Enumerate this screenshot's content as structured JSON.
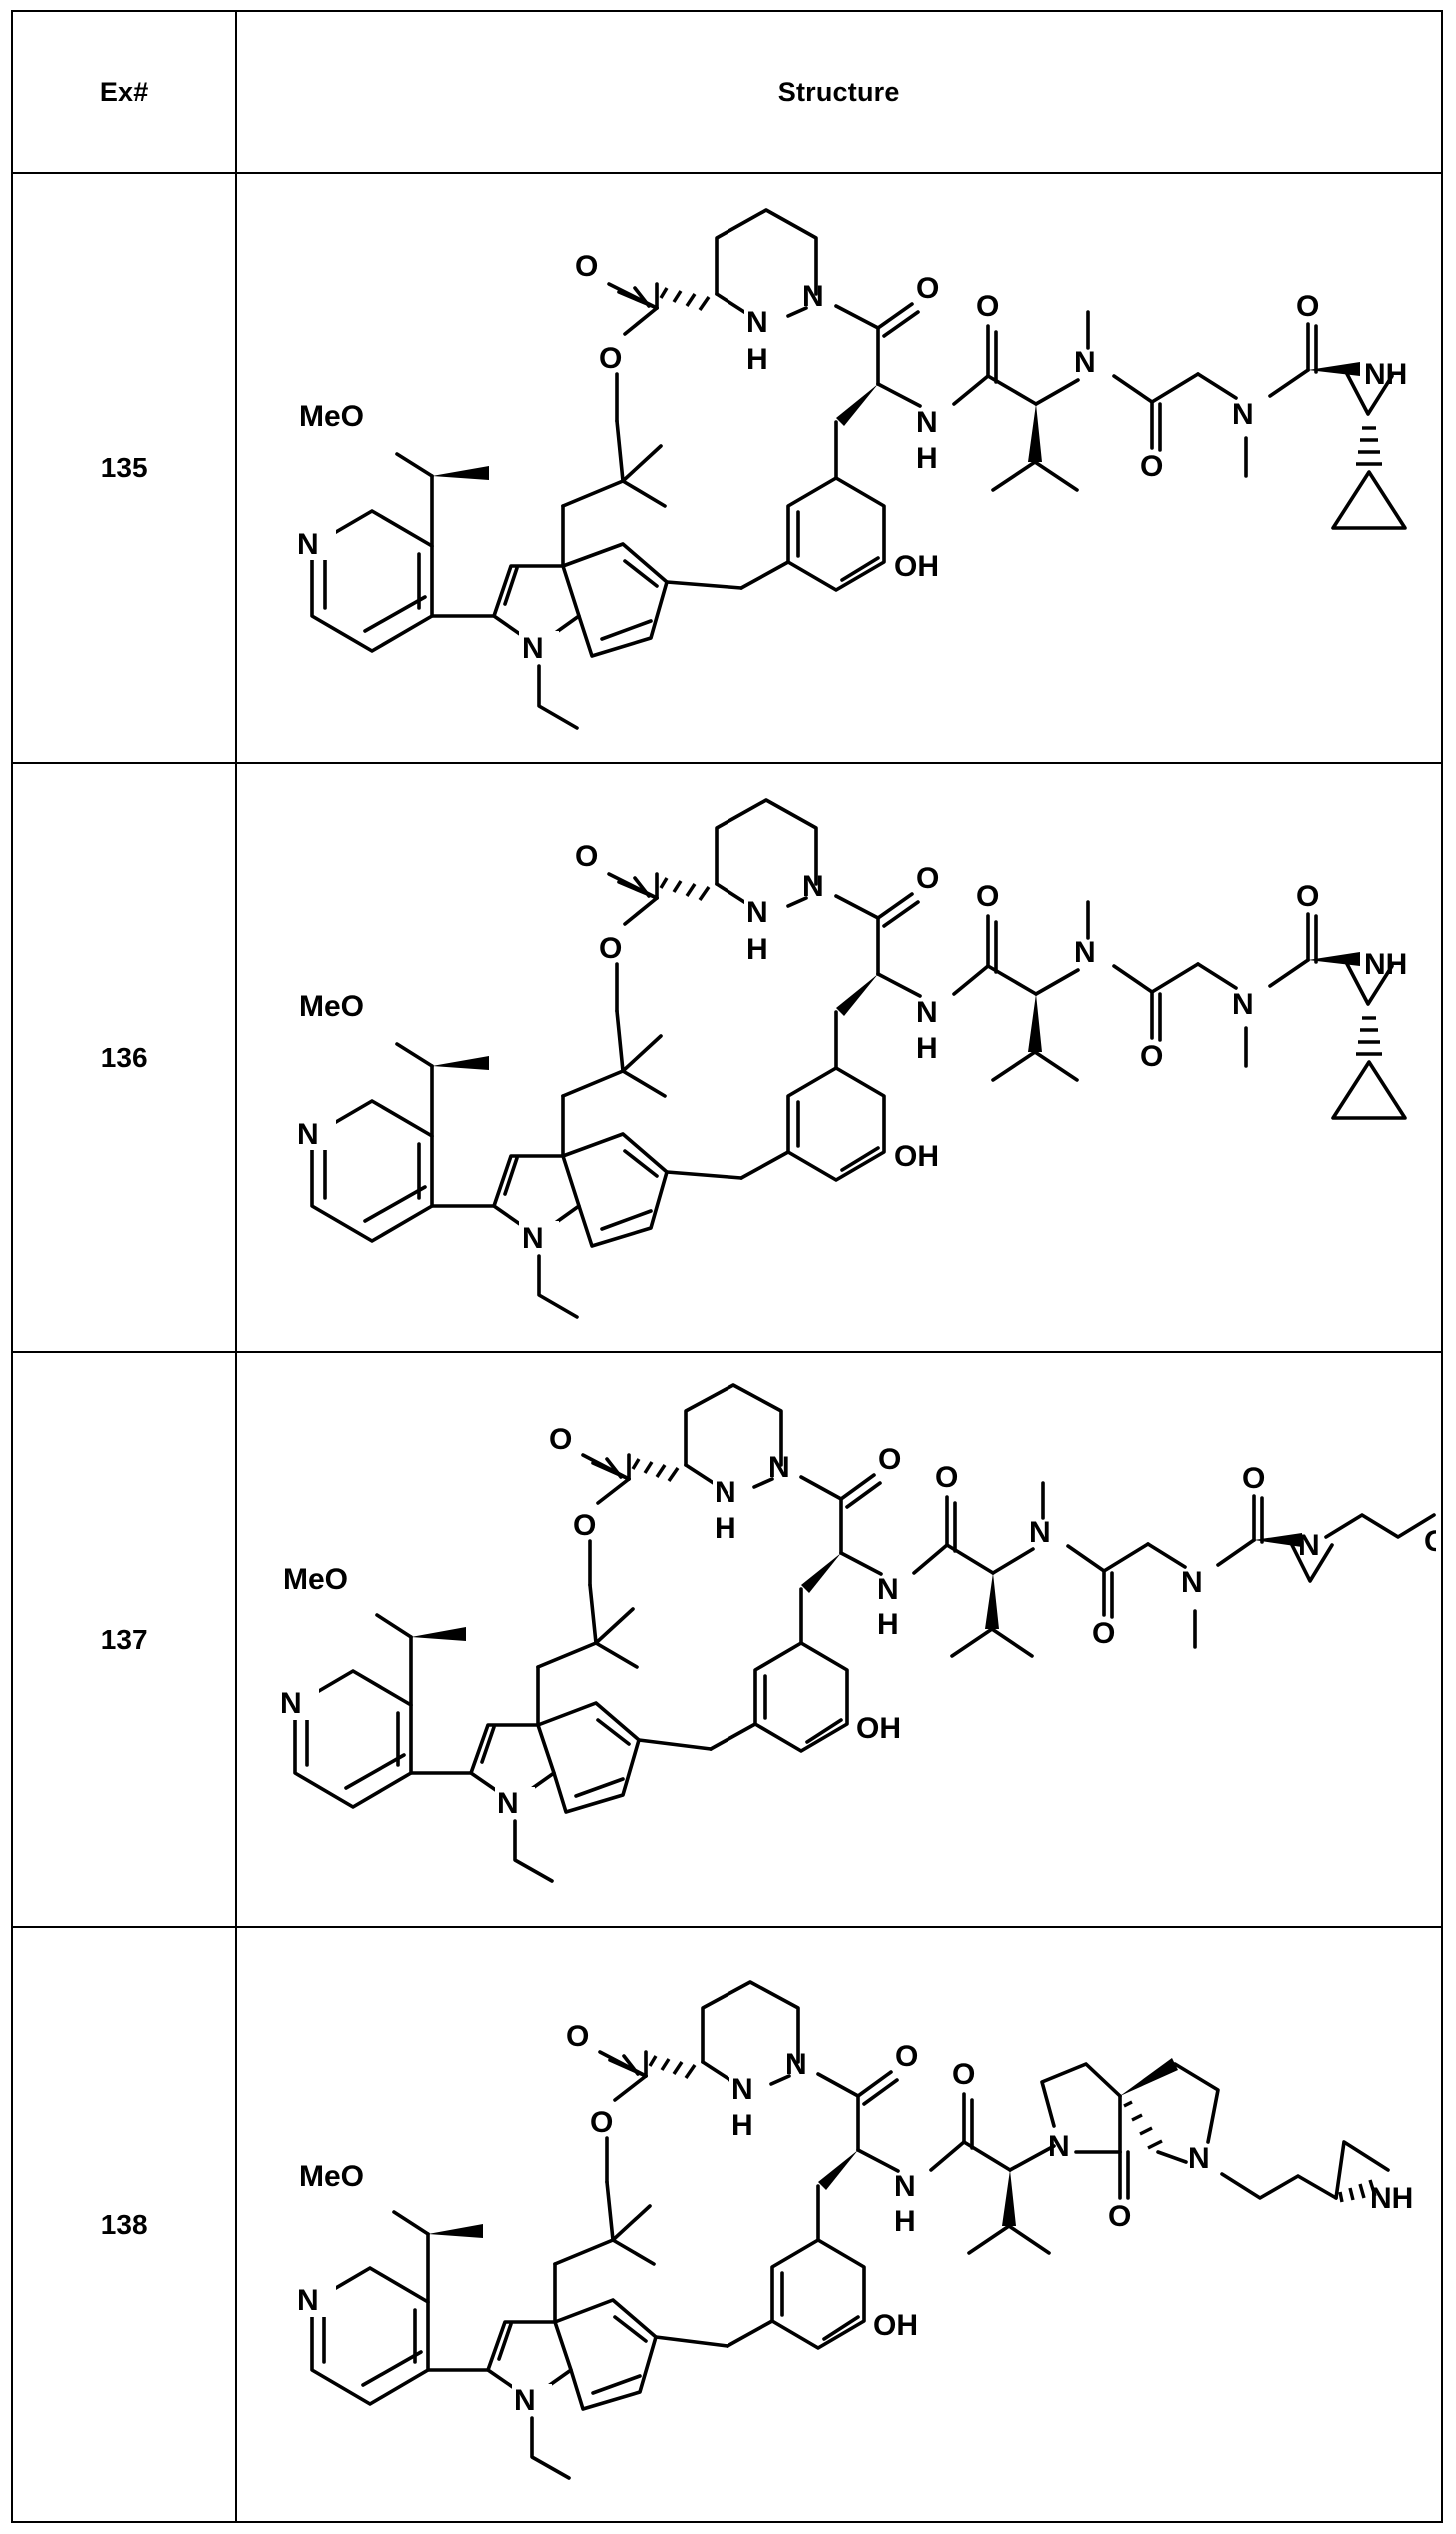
{
  "table": {
    "columns": [
      {
        "key": "ex",
        "label": "Ex#"
      },
      {
        "key": "structure",
        "label": "Structure"
      }
    ],
    "rows": [
      {
        "ex": "135",
        "structure": {
          "caption": "",
          "atom_labels": [
            "O",
            "N",
            "H",
            "N",
            "H",
            "O",
            "O",
            "MeO",
            "N",
            "N",
            "OH",
            "N",
            "H",
            "O",
            "N",
            "O",
            "N",
            "O",
            "NH"
          ],
          "fragments": [
            "methoxy-ethyl pyridine",
            "N-ethyl indole",
            "gem-dimethyl neopentyl ester linker",
            "hexahydropyridazine-3-carboxylate",
            "3-(5-hydroxybiphenyl-3-yl)alanine",
            "N-methyl valine",
            "N-methyl glycine",
            "2-cyclopropyl aziridine-NH terminus"
          ]
        }
      },
      {
        "ex": "136",
        "structure": {
          "caption": "",
          "atom_labels": [
            "O",
            "N",
            "H",
            "N",
            "H",
            "O",
            "O",
            "MeO",
            "N",
            "N",
            "OH",
            "N",
            "H",
            "O",
            "N",
            "O",
            "N",
            "O",
            "NH"
          ],
          "fragments": [
            "methoxy-ethyl pyridine",
            "N-ethyl indole",
            "gem-dimethyl neopentyl ester linker",
            "hexahydropyridazine-3-carboxylate",
            "3-(5-hydroxybiphenyl-3-yl)alanine",
            "N-methyl valine",
            "N-methyl glycine",
            "2-cyclopropyl aziridine-NH terminus"
          ]
        }
      },
      {
        "ex": "137",
        "structure": {
          "caption": "",
          "atom_labels": [
            "O",
            "N",
            "H",
            "N",
            "H",
            "O",
            "O",
            "MeO",
            "N",
            "N",
            "OH",
            "N",
            "H",
            "O",
            "N",
            "O",
            "N",
            "O",
            "N",
            "OMe"
          ],
          "fragments": [
            "methoxy-ethyl pyridine",
            "N-ethyl indole",
            "gem-dimethyl neopentyl ester linker",
            "hexahydropyridazine-3-carboxylate",
            "3-(5-hydroxybiphenyl-3-yl)alanine",
            "N-methyl valine",
            "N-methyl glycine",
            "1-(3-methoxypropyl)aziridine-2-carbonyl terminus"
          ]
        }
      },
      {
        "ex": "138",
        "structure": {
          "caption": "",
          "atom_labels": [
            "O",
            "N",
            "H",
            "N",
            "H",
            "O",
            "O",
            "MeO",
            "N",
            "N",
            "OH",
            "N",
            "H",
            "O",
            "N",
            "O",
            "N",
            "NH"
          ],
          "fragments": [
            "methoxy-ethyl pyridine",
            "N-ethyl indole",
            "gem-dimethyl neopentyl ester linker",
            "hexahydropyridazine-3-carboxylate",
            "3-(5-hydroxybiphenyl-3-yl)alanine",
            "N-methyl valine",
            "2,7-diazaspiro[4.4]nonan-1-one",
            "aziridin-2-ylmethyl NH terminus"
          ]
        }
      }
    ]
  },
  "labels": {
    "O": "O",
    "N": "N",
    "H": "H",
    "NH": "NH",
    "OH": "OH",
    "MeO": "MeO",
    "OMe": "OMe"
  }
}
